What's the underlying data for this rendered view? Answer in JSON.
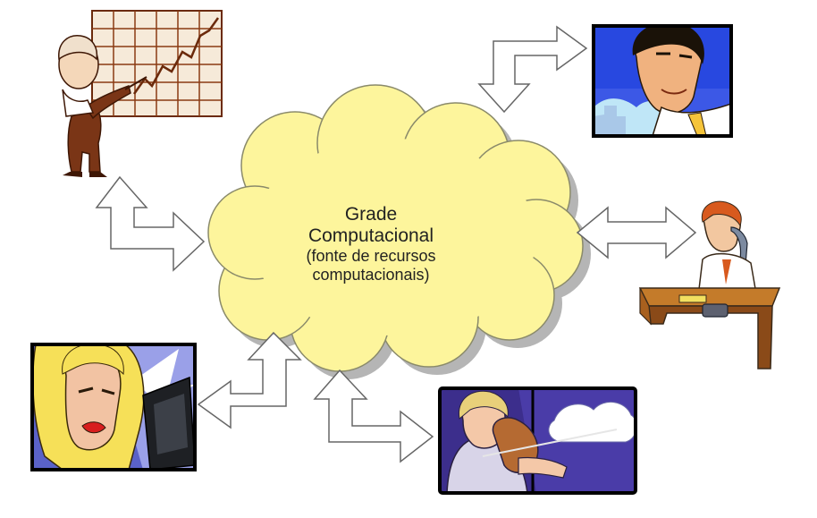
{
  "center_node": {
    "line1": "Grade",
    "line2": "Computacional",
    "line3": "(fonte de recursos",
    "line4": "computacionais)"
  },
  "colors": {
    "cloud_fill": "#fdf59c",
    "cloud_stroke": "#8a8a6a",
    "cloud_shadow": "#b5b5b5",
    "arrow_fill": "#ffffff",
    "arrow_stroke": "#666666",
    "frame": "#000000"
  },
  "icons": [
    "businessman-chart-icon",
    "man-portrait-icon",
    "man-on-phone-icon",
    "woman-computer-icon",
    "violinist-icon"
  ]
}
